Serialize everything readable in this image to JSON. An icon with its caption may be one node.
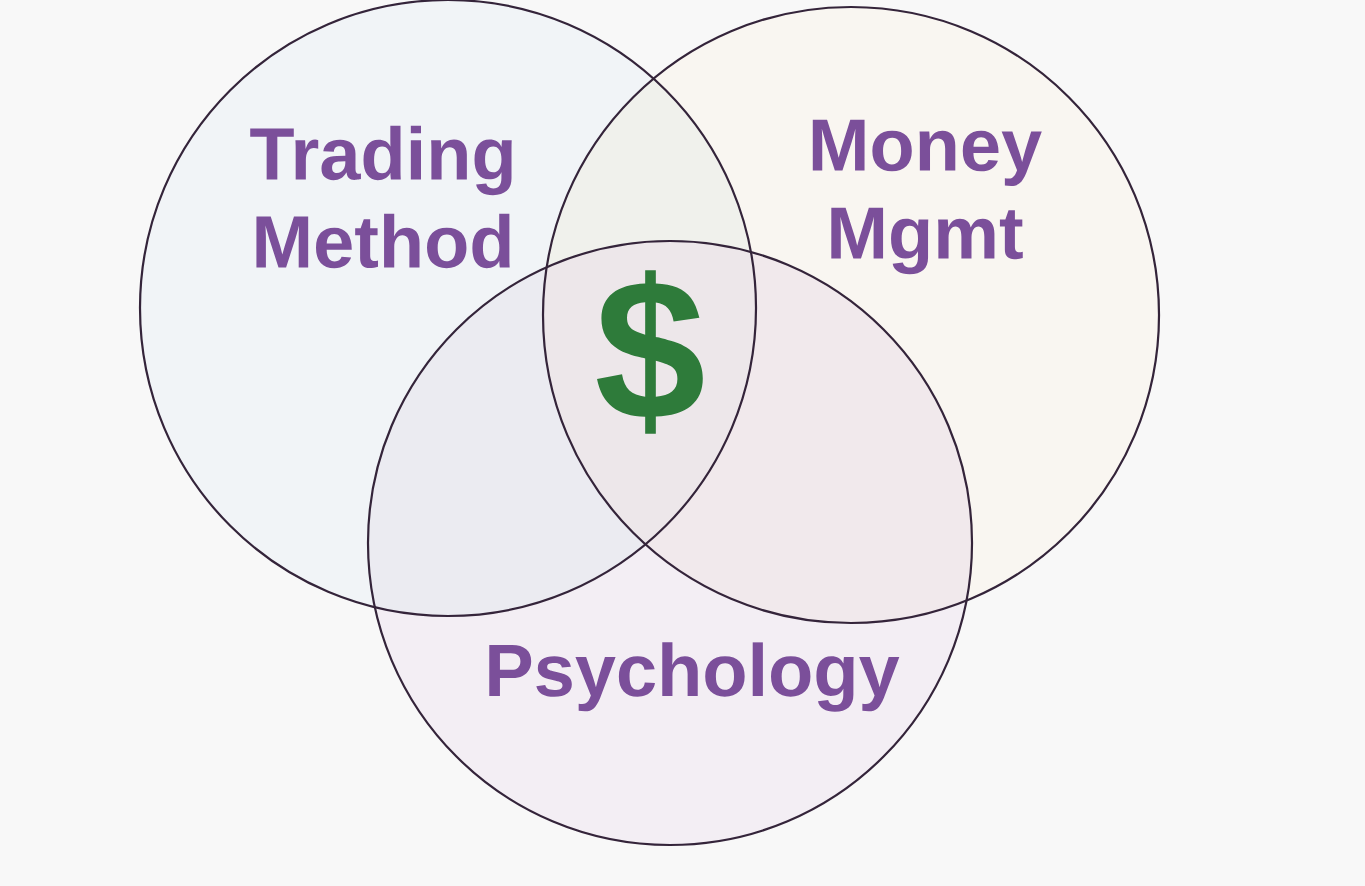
{
  "diagram": {
    "nodes": [
      {
        "text": [
          "Trading Method"
        ]
      },
      {
        "text": [
          "Money Mgmt"
        ]
      },
      {
        "text": [
          "Psychology"
        ]
      }
    ],
    "labels": [
      "$"
    ]
  }
}
